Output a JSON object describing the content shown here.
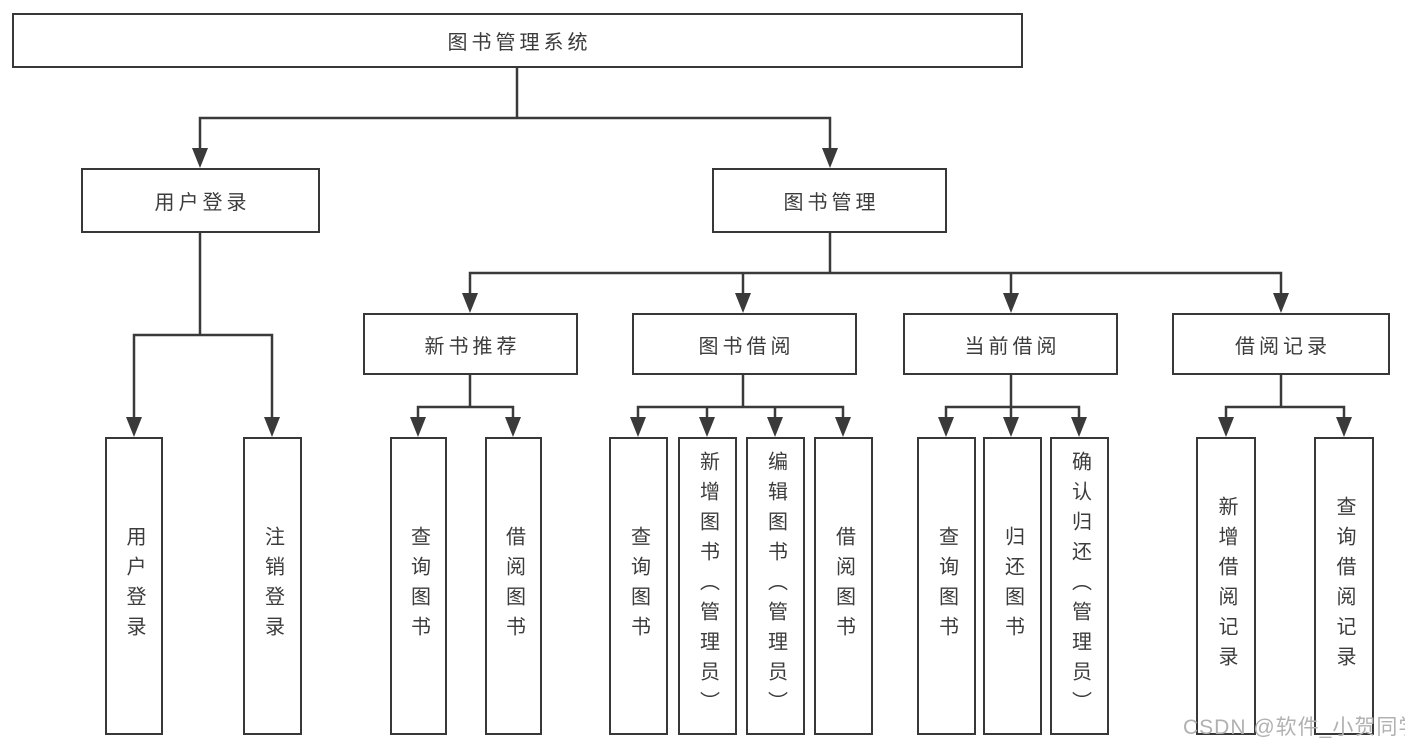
{
  "colors": {
    "line": "#3a3a3a",
    "border": "#383838",
    "text": "#3c3c3c",
    "watermark": "#b1b1b1",
    "background": "#ffffff"
  },
  "diagram": {
    "root": {
      "label": "图书管理系统"
    },
    "branches": [
      {
        "label": "用户登录",
        "leaves": [
          {
            "label": "用户登录"
          },
          {
            "label": "注销登录"
          }
        ]
      },
      {
        "label": "图书管理",
        "groups": [
          {
            "label": "新书推荐",
            "leaves": [
              {
                "label": "查询图书"
              },
              {
                "label": "借阅图书"
              }
            ]
          },
          {
            "label": "图书借阅",
            "leaves": [
              {
                "label": "查询图书"
              },
              {
                "label": "新增图书（管理员）"
              },
              {
                "label": "编辑图书（管理员）"
              },
              {
                "label": "借阅图书"
              }
            ]
          },
          {
            "label": "当前借阅",
            "leaves": [
              {
                "label": "查询图书"
              },
              {
                "label": "归还图书"
              },
              {
                "label": "确认归还（管理员）"
              }
            ]
          },
          {
            "label": "借阅记录",
            "leaves": [
              {
                "label": "新增借阅记录"
              },
              {
                "label": "查询借阅记录"
              }
            ]
          }
        ]
      }
    ]
  },
  "watermark": {
    "text": "CSDN @软件_小贺同学"
  }
}
